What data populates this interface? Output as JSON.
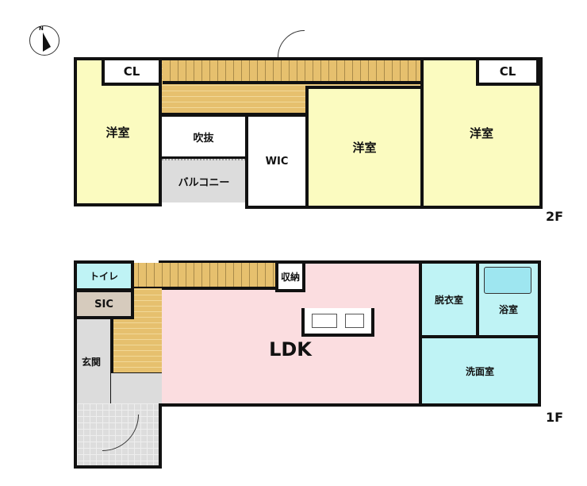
{
  "compass": {
    "label": "N"
  },
  "floor2": {
    "label": "2F",
    "rooms": {
      "western_left": "洋室",
      "closet_left": "CL",
      "atrium": "吹抜",
      "balcony": "バルコニー",
      "wic": "WIC",
      "western_middle": "洋室",
      "western_right": "洋室",
      "closet_right": "CL"
    }
  },
  "floor1": {
    "label": "1F",
    "rooms": {
      "toilet": "トイレ",
      "sic": "SIC",
      "entrance": "玄関",
      "storage": "収納",
      "ldk": "LDK",
      "dressing": "脱衣室",
      "bath": "浴室",
      "washroom": "洗面室"
    }
  },
  "colors": {
    "western": "#fbfbc0",
    "ldk": "#fbdde0",
    "water": "#bff3f5",
    "stairs": "#e6c06e"
  }
}
